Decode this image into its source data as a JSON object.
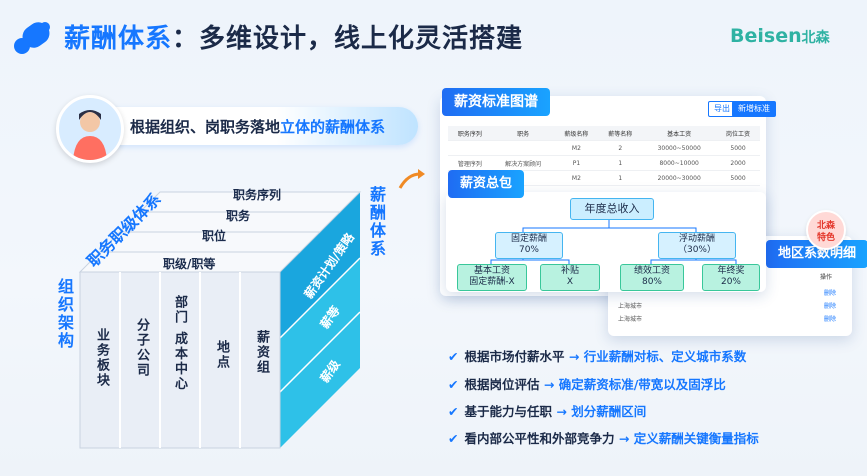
{
  "header": {
    "title_accent": "薪酬体系",
    "title_rest": "：多维设计，线上化灵活搭建",
    "brand_en": "Beisen",
    "brand_cn": "北森"
  },
  "banner": {
    "text_pre": "根据组织、岗职务落地",
    "text_hl": "立体的薪酬体系"
  },
  "cube": {
    "top_rows": [
      "职务序列",
      "职务",
      "职位",
      "职级/职等"
    ],
    "front_cols": [
      "业务板块",
      "分子公司",
      "部门 成本中心",
      "地点",
      "薪资组"
    ],
    "right_rows": [
      "薪资计划/策略",
      "薪等",
      "薪级"
    ],
    "label_left": "组织架构",
    "label_top": "职务职级体系",
    "label_right": "薪酬体系"
  },
  "window_standard": {
    "tab": "薪资标准图谱",
    "btn_1": "导出",
    "btn_2": "新增标准",
    "headers": [
      "职务序列",
      "职务",
      "薪级名称",
      "薪等名称",
      "基本工资",
      "岗位工资"
    ],
    "rows": [
      [
        "",
        "",
        "M2",
        "2",
        "30000~50000",
        "5000"
      ],
      [
        "管理序列",
        "解决方案顾问",
        "P1",
        "1",
        "8000~10000",
        "2000"
      ],
      [
        "",
        "",
        "M2",
        "1",
        "20000~30000",
        "5000"
      ]
    ]
  },
  "window_package": {
    "tab": "薪资总包",
    "root": "年度总收入",
    "fixed": "固定薪酬",
    "fixed_pct": "70%",
    "float": "浮动薪酬",
    "float_pct": "（30%）",
    "leaf1_a": "基本工资",
    "leaf1_b": "固定薪酬-X",
    "leaf2_a": "补贴",
    "leaf2_b": "X",
    "leaf3_a": "绩效工资",
    "leaf3_b": "80%",
    "leaf4_a": "年终奖",
    "leaf4_b": "20%"
  },
  "window_region": {
    "tab": "地区系数明细",
    "badge": "北森\n特色",
    "col_op": "操作",
    "rows": [
      {
        "name": "",
        "op": "删除"
      },
      {
        "name": "上海城市",
        "op": "删除"
      },
      {
        "name": "上海城市",
        "op": "删除"
      }
    ]
  },
  "bullets": [
    {
      "lead": "根据市场付薪水平",
      "result": "行业薪酬对标、定义城市系数"
    },
    {
      "lead": "根据岗位评估",
      "result": "确定薪资标准/带宽以及固浮比"
    },
    {
      "lead": "基于能力与任职",
      "result": "划分薪酬区间"
    },
    {
      "lead": "看内部公平性和外部竞争力",
      "result": "定义薪酬关键衡量指标"
    }
  ],
  "colors": {
    "accent": "#1677ff",
    "teal": "#2fb2a3",
    "orange": "#f08a24"
  }
}
